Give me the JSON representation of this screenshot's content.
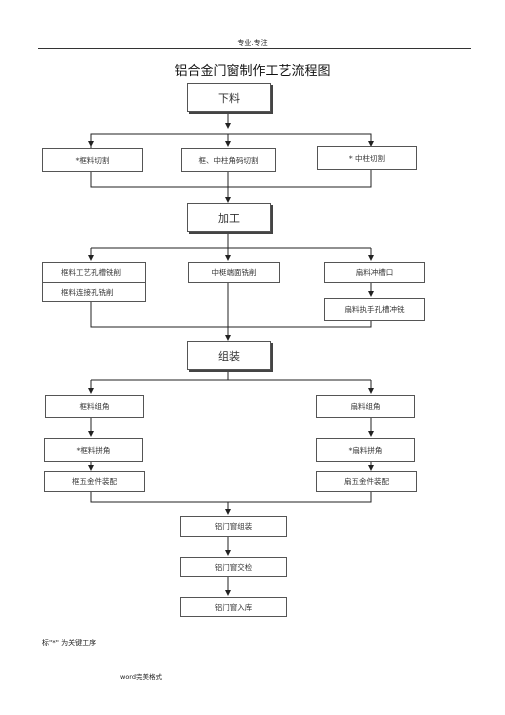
{
  "header": {
    "text": "专业.专注"
  },
  "title": "铝合金门窗制作工艺流程图",
  "stages": {
    "cut": "下料",
    "process": "加工",
    "assemble": "组装"
  },
  "cutting": {
    "frame_cut": "*框料切割",
    "mullion_cut": "框、中柱角码切割",
    "center_post_cut": "* 中柱切割"
  },
  "processing": {
    "frame_hole_slot": "框料工艺孔槽铣削",
    "frame_connect_hole": "框料连接孔铣削",
    "mid_end_mill": "中梃端面铣削",
    "sash_notch": "扇料冲槽口",
    "sash_handle_slot": "扇料执手孔槽冲铣"
  },
  "assembly": {
    "frame_corner": "框料组角",
    "sash_corner": "扇料组角",
    "frame_corner_join": "*框料拼角",
    "sash_corner_join": "*扇料拼角",
    "frame_hardware": "框五金件装配",
    "sash_hardware": "扇五金件装配",
    "window_assemble": "铝门窗组装",
    "window_inspect": "铝门窗交检",
    "window_store": "铝门窗入库"
  },
  "note": "标\"*\" 为关键工序",
  "footer": "word完美格式"
}
